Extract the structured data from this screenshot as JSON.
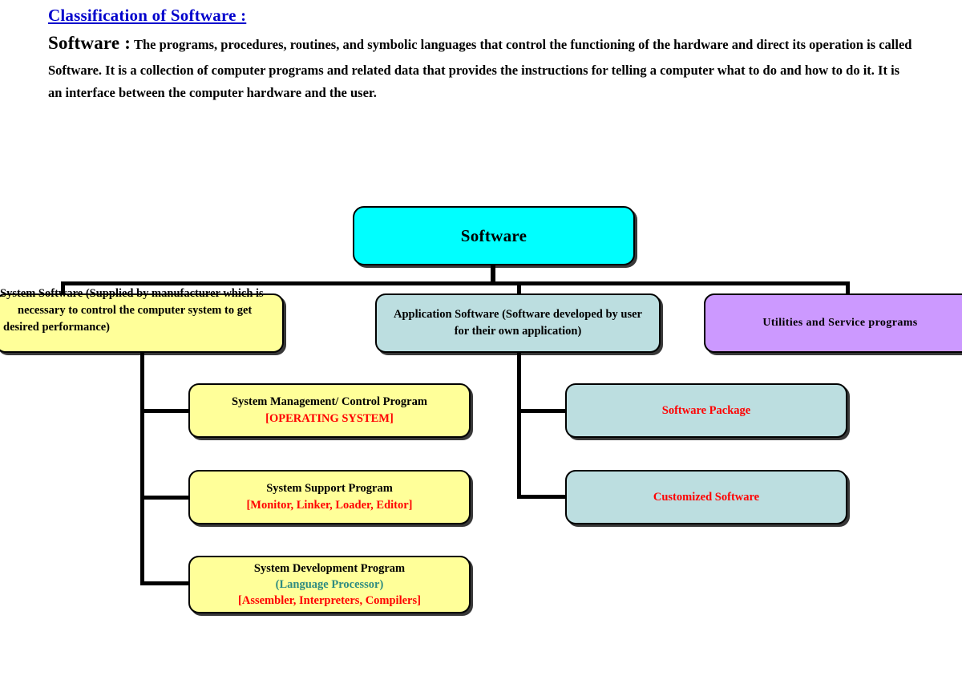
{
  "header": {
    "heading": "Classification of Software :",
    "term": "Software :",
    "definition": " The programs, procedures, routines, and symbolic languages that control the functioning of the hardware and direct its operation is called Software. It is a collection of computer programs and related data that provides the instructions for telling a computer what to do and how to do it. It is an interface between the computer hardware and the user."
  },
  "diagram": {
    "root": {
      "label": "Software",
      "color": "#00FFFF"
    },
    "level2": [
      {
        "id": "system-software",
        "line1": "System Software (Supplied by manufacturer which is",
        "line2": "necessary to control the computer system to get",
        "line3": "desired performance)",
        "color": "#FFFF99"
      },
      {
        "id": "application-software",
        "line1": "Application Software (Software developed by user",
        "line2": "for their own application)",
        "color": "#BCDEE0"
      },
      {
        "id": "utilities",
        "line1": "Utilities and Service programs",
        "color": "#CC99FF"
      }
    ],
    "system_children": [
      {
        "id": "system-management-control-program",
        "title": "System Management/ Control Program",
        "bracket": "[OPERATING SYSTEM]",
        "color": "#FFFF99",
        "title_color": "#000000",
        "bracket_color": "#FF0000"
      },
      {
        "id": "system-support-program",
        "title": "System Support Program",
        "bracket": "[Monitor, Linker, Loader, Editor]",
        "color": "#FFFF99",
        "title_color": "#000000",
        "bracket_color": "#FF0000"
      },
      {
        "id": "system-development-program",
        "title": "System Development Program",
        "subtitle": "(Language Processor)",
        "bracket": "[Assembler, Interpreters, Compilers]",
        "color": "#FFFF99",
        "title_color": "#000000",
        "subtitle_color": "#2E8B80",
        "bracket_color": "#FF0000"
      }
    ],
    "application_children": [
      {
        "id": "software-package",
        "title": "Software Package",
        "color": "#BCDEE0",
        "title_color": "#FF0000"
      },
      {
        "id": "customized-software",
        "title": "Customized Software",
        "color": "#BCDEE0",
        "title_color": "#FF0000"
      }
    ]
  }
}
